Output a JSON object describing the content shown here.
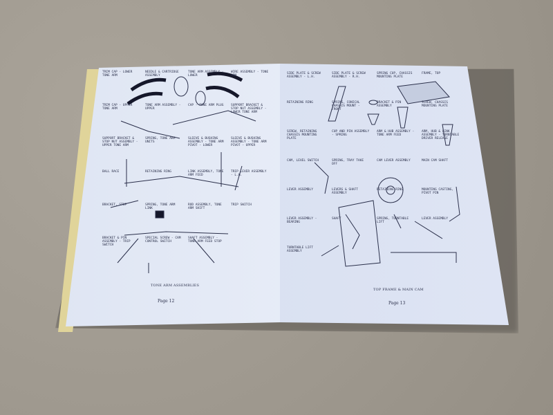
{
  "left_page": {
    "caption": "TONE ARM ASSEMBLIES",
    "page_number": "Page 12",
    "labels": [
      "TRIM CAP - LOWER TONE ARM",
      "NEEDLE & CARTRIDGE ASSEMBLY",
      "TONE ARM ASSEMBLY - LOWER",
      "WIRE ASSEMBLY - TONE ARM",
      "TRIM CAP - UPPER TONE ARM",
      "TONE ARM ASSEMBLY - UPPER",
      "CAP - TONE ARM PLUG",
      "SUPPORT BRACKET & STOP NUT ASSEMBLY - LOWER TONE ARM",
      "SUPPORT BRACKET & STOP NUT ASSEMBLY - UPPER TONE ARM",
      "SPRING, TONE ARM UNITS",
      "SLEEVE & BUSHING ASSEMBLY - TONE ARM PIVOT - LOWER",
      "SLEEVE & BUSHING ASSEMBLY - TONE ARM PIVOT - UPPER",
      "BALL RACE",
      "RETAINING RING",
      "LINK ASSEMBLY, TONE ARM FEED",
      "TRIP LEVER ASSEMBLY - L.H.",
      "BRACKET, STOP",
      "SPRING, TONE ARM LINK",
      "ROD ASSEMBLY, TONE ARM SHIFT",
      "TRIP SWITCH",
      "BRACKET & PIN ASSEMBLY - TRIP SWITCH",
      "SPECIAL SCREW - CAM CONTROL SWITCH",
      "SHAFT ASSEMBLY - TONE ARM FEED STOP"
    ]
  },
  "right_page": {
    "caption": "TOP FRAME & MAIN CAM",
    "page_number": "Page 13",
    "labels": [
      "SIDE PLATE & SCREW ASSEMBLY - L.H.",
      "SIDE PLATE & SCREW ASSEMBLY - R.H.",
      "SPRING CUP, CHASSIS MOUNTING PLATE",
      "FRAME, TOP",
      "RETAINING RING",
      "SPRING, CONICAL CHASSIS MOUNT - FRONT",
      "BRACKET & PIN ASSEMBLY",
      "SCREW, CHASSIS MOUNTING PLATE",
      "SCREW, RETAINING CHASSIS MOUNTING PLATE",
      "CUP AND PIN ASSEMBLY - SPRING",
      "ARM & HUB ASSEMBLY - TONE ARM FEED",
      "ARM, HUB & LINK ASSEMBLY - TURNTABLE DRIVER RELEASE",
      "CAM, LEVEL SWITCH",
      "SPRING, TRAY TAKE OFF",
      "CAM LEVER ASSEMBLY",
      "MAIN CAM SHAFT",
      "LEVER ASSEMBLY",
      "LEVERS & SHAFT ASSEMBLY",
      "RETAINING RING",
      "MOUNTING CASTING, PIVOT PIN",
      "LEVER ASSEMBLY - BEARING",
      "SHAFT",
      "SPRING, TURNTABLE LIFT",
      "LEVER ASSEMBLY",
      "TURNTABLE LIFT ASSEMBLY"
    ]
  }
}
